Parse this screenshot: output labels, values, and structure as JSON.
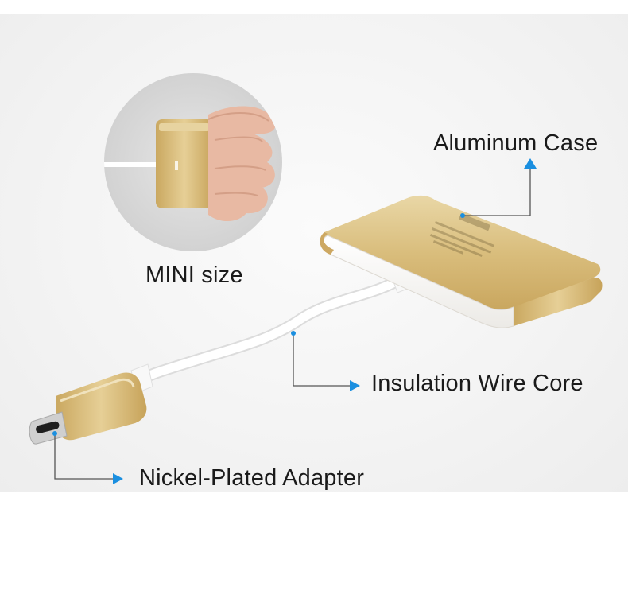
{
  "labels": {
    "mini_size": "MINI size",
    "aluminum_case": "Aluminum Case",
    "insulation_wire_core": "Insulation Wire Core",
    "nickel_plated_adapter": "Nickel-Plated Adapter"
  },
  "colors": {
    "arrow_blue": "#1a8fe0",
    "callout_line": "#555555",
    "gold": "#d4b46a",
    "background": "#f3f3f3"
  },
  "icons": {
    "callout_arrow": "arrow-right-icon",
    "callout_arrow_up": "arrow-up-icon"
  }
}
